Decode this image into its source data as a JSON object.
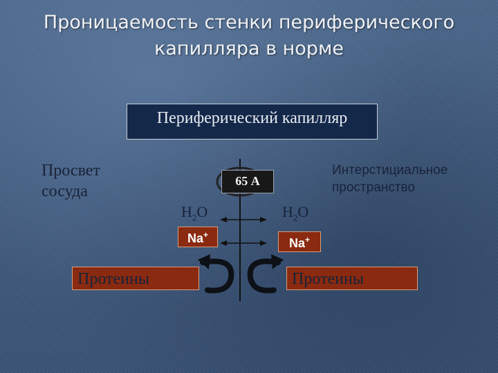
{
  "slide": {
    "title_line1": "Проницаемость стенки периферического",
    "title_line2": "капилляра в норме"
  },
  "capillary": {
    "label": "Периферический капилляр"
  },
  "sides": {
    "lumen_line1": "Просвет",
    "lumen_line2": "сосуда",
    "interstitial_line1": "Интерстициальное",
    "interstitial_line2": "пространство"
  },
  "pore": {
    "label": "65 А"
  },
  "molecules": {
    "water_base": "H",
    "water_sub": "2",
    "water_tail": "O",
    "sodium_base": "Na",
    "sodium_sup": "+"
  },
  "proteins": {
    "left_label": "Протеины",
    "right_label": "Протеины"
  },
  "colors": {
    "background": "#3f5a7e",
    "capillary_box": "#14284a",
    "accent_box": "#8a2a10",
    "pore_box": "#181818",
    "text_dark": "#18233a",
    "text_light": "#f0f2f6"
  }
}
